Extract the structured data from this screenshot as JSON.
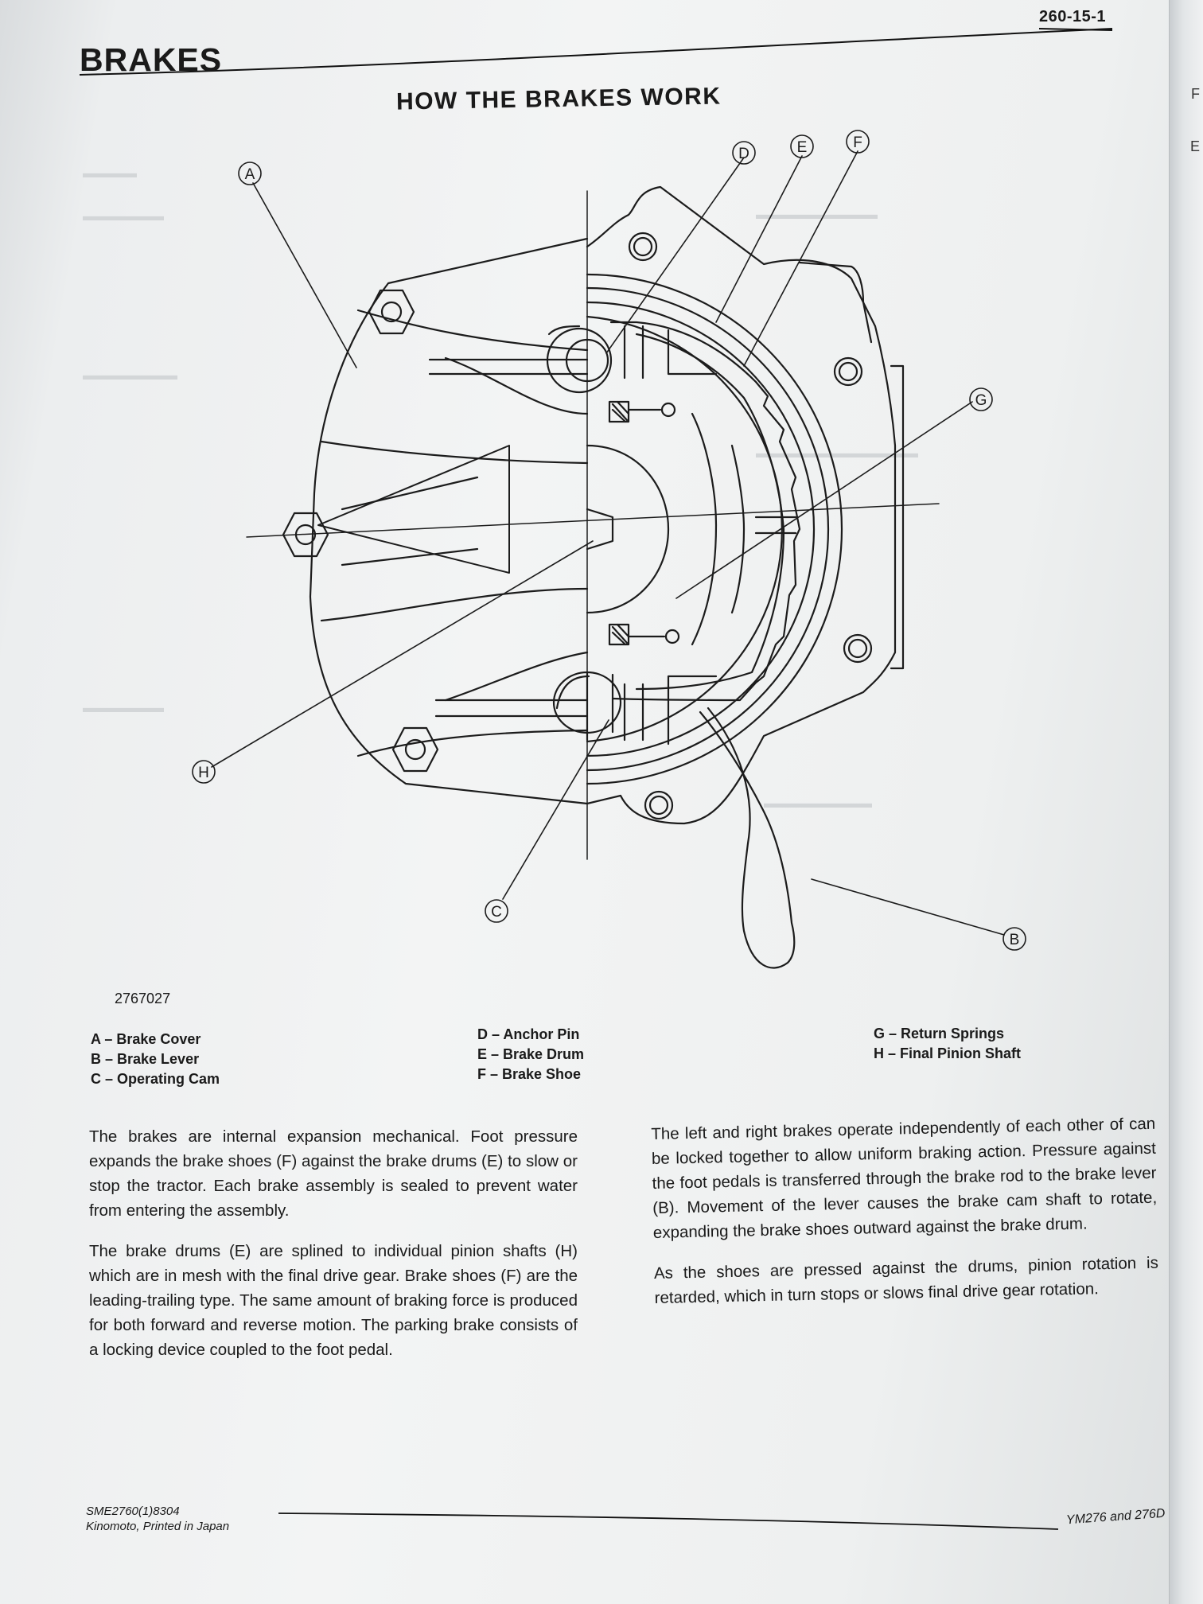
{
  "page_number": "260-15-1",
  "section_title": "BRAKES",
  "figure": {
    "title": "HOW THE BRAKES WORK",
    "number": "2767027",
    "callouts": [
      "A",
      "B",
      "C",
      "D",
      "E",
      "F",
      "G",
      "H"
    ]
  },
  "legend": {
    "col1": [
      "A – Brake Cover",
      "B – Brake Lever",
      "C – Operating Cam"
    ],
    "col2": [
      "D – Anchor Pin",
      "E – Brake Drum",
      "F – Brake Shoe"
    ],
    "col3": [
      "G – Return Springs",
      "H – Final Pinion Shaft"
    ]
  },
  "body": {
    "left": [
      "The brakes are internal expansion mechanical. Foot pressure expands the brake shoes (F) against the brake drums (E) to slow or stop the tractor. Each brake assembly is sealed to prevent water from entering the assembly.",
      "The brake drums (E) are splined to individual pinion shafts (H) which are in mesh with the final drive gear. Brake shoes (F) are the leading-trailing type. The same amount of braking force is produced for both forward and reverse motion. The parking brake consists of a locking device coupled to the foot pedal."
    ],
    "right": [
      "The left and right brakes operate independently of each other of can be locked together to allow uniform braking action. Pressure against the foot pedals is transferred through the brake rod to the brake lever (B). Movement of the lever causes the brake cam shaft to rotate, expanding the brake shoes outward against the brake drum.",
      "As the shoes are pressed against the drums, pinion rotation is retarded, which in turn stops or slows final drive gear rotation."
    ]
  },
  "footer": {
    "code": "SME2760(1)8304",
    "printer": "Kinomoto, Printed in Japan",
    "model": "YM276 and 276D"
  }
}
